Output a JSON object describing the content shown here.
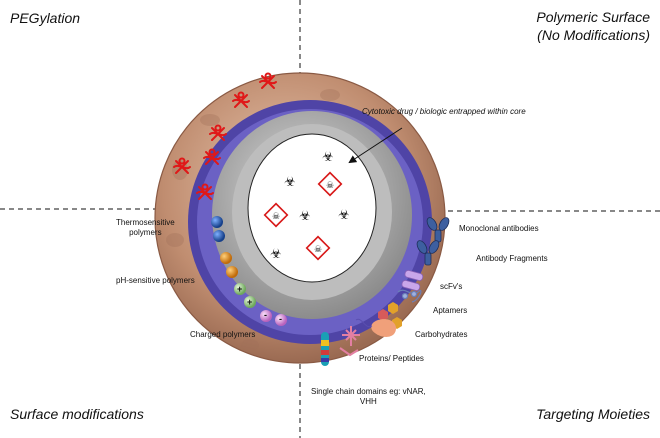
{
  "quadrants": {
    "top_left": "PEGylation",
    "top_right_line1": "Polymeric Surface",
    "top_right_line2": "(No Modifications)",
    "bottom_left": "Surface modifications",
    "bottom_right": "Targeting Moieties"
  },
  "annotations": {
    "core": "Cytotoxic drug / biologic entrapped within core"
  },
  "surface_labels": {
    "thermo_line1": "Thermosensitive",
    "thermo_line2": "polymers",
    "ph": "pH-sensitive polymers",
    "charged": "Charged polymers"
  },
  "targeting_labels": {
    "mab": "Monoclonal antibodies",
    "fragments": "Antibody Fragments",
    "scfv": "scFv's",
    "aptamers": "Aptamers",
    "carbs": "Carbohydrates",
    "proteins": "Proteins/ Peptides",
    "sdab_line1": "Single chain domains eg: vNAR,",
    "sdab_line2": "VHH"
  },
  "charge_symbols": {
    "plus": "+",
    "minus": "-"
  },
  "icons": [
    "biohazard-icon",
    "toxic-diamond-icon",
    "peg-chain-icon",
    "antibody-icon",
    "scfv-icon",
    "aptamer-icon",
    "carbohydrate-icon",
    "peptide-icon",
    "single-domain-icon"
  ],
  "colors": {
    "outer_shell": "#b98466",
    "polymer_layer": "#5a4fb0",
    "inner_ring": "#a7a7a7",
    "core": "#ffffff",
    "peg": "#e01818",
    "thermo_bead": "#1f5fb5",
    "ph_bead": "#e08a1a",
    "plus_bead": "#9acb8a",
    "minus_bead": "#d58ad8",
    "antibody": "#3d5fa0",
    "scfv": "#b38ad8"
  }
}
